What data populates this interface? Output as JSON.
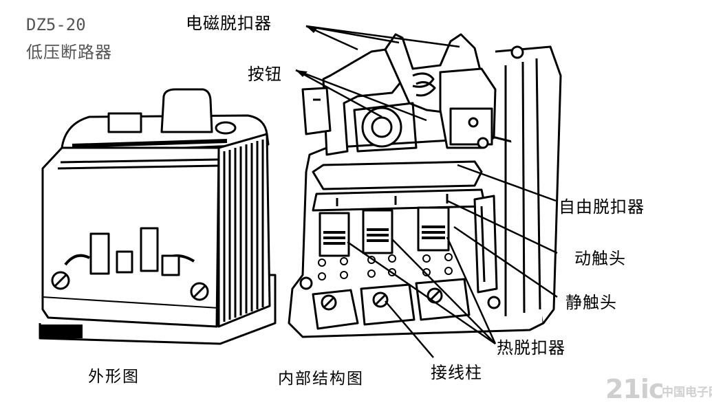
{
  "title": {
    "model": "DZ5-20",
    "name": "低压断路器"
  },
  "captions": {
    "exterior": "外形图",
    "interior": "内部结构图"
  },
  "labels": {
    "electromagnetic_release": "电磁脱扣器",
    "button": "按钮",
    "free_release": "自由脱扣器",
    "moving_contact": "动触头",
    "static_contact": "静触头",
    "thermal_release": "热脱扣器",
    "terminal": "接线柱"
  },
  "watermark": {
    "main": "21ic",
    "sub": "中国电子网"
  },
  "colors": {
    "ink": "#000000",
    "grey_text": "#555555",
    "background": "#ffffff",
    "watermark": "#cfcfcf"
  }
}
